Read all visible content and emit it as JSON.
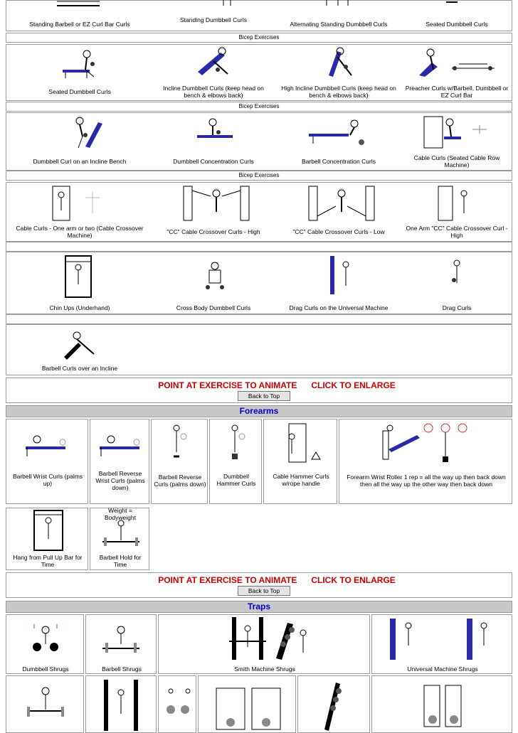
{
  "rows": {
    "r0": [
      "Standing Barbell or EZ Curl Bar Curls",
      "Standing Dumbbell Curls",
      "Alternating Standing Dumbbell Curls",
      "Seated Dumbbell Curls"
    ],
    "r1": [
      "Seated Dumbbell Curls",
      "Incline Dumbbell Curls (keep head on bench & elbows back)",
      "High Incline Dumbbell Curls (keep head on bench & elbows back)",
      "Preacher Curls w/Barbell, Dumbbell or EZ Curl Bar"
    ],
    "r2": [
      "Dumbbell Curl on an Incline Bench",
      "Dumbbell Concentration Curls",
      "Barbell Concentration Curls",
      "Cable Curls (Seated Cable Row Machine)"
    ],
    "r3": [
      "Cable Curls - One arm or two (Cable Crossover Machine)",
      "\"CC\" Cable Crossover Curls - High",
      "\"CC\" Cable Crossover Curls - Low",
      "One Arm \"CC\" Cable Crossover Curl - High"
    ],
    "r4": [
      "Chin Ups (Underhand)",
      "Cross Body Dumbbell Curls",
      "Drag Curls on the Universal Machine",
      "Drag Curls"
    ],
    "r5": [
      "Barbell Curls over an Incline"
    ],
    "forearms": [
      "Barbell Wrist Curls (palms up)",
      "Barbell Reverse Wrist Curls (palms down)",
      "Barbell Reverse Curls (palms down)",
      "Dumbbell Hammer Curls",
      "Cable Hammer Curls w/rope handle",
      "Forearm Wrist Roller 1 rep = all the way up then back down then all the way up the other way then back down"
    ],
    "forearms2": [
      "Hang from Pull Up Bar for Time",
      "Barbell Hold for Time"
    ],
    "weight_note": "Weight = Bodyweight",
    "traps": [
      "Dumbbell Shrugs",
      "Barbell Shrugs",
      "Smith Machine Shrugs",
      "Universal Machine Shrugs"
    ]
  },
  "section_label": "Bicep Exercises",
  "banner": {
    "point_text": "POINT AT EXERCISE TO ANIMATE",
    "click_text": "CLICK TO ENLARGE",
    "back_label": "Back to Top"
  },
  "headers": {
    "forearms": "Forearms",
    "traps": "Traps"
  },
  "colors": {
    "banner_red": "#cc0000",
    "header_blue": "#0000cc",
    "header_bg": "#c8c8c8",
    "bench_blue": "#2a2aa8"
  }
}
